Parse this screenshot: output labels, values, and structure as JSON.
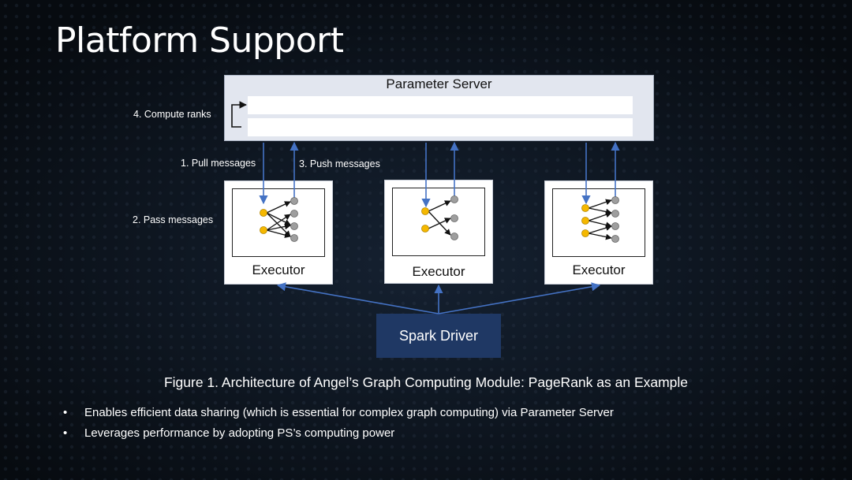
{
  "slide": {
    "title": "Platform Support"
  },
  "diagram": {
    "parameter_server": "Parameter Server",
    "steps": {
      "compute_ranks": "4. Compute ranks",
      "pull_messages": "1. Pull messages",
      "push_messages": "3. Push messages",
      "pass_messages": "2. Pass messages"
    },
    "executors": [
      {
        "label": "Executor"
      },
      {
        "label": "Executor"
      },
      {
        "label": "Executor"
      }
    ],
    "driver": "Spark Driver",
    "colors": {
      "arrow": "#4472c4",
      "source_node": "#f5b800",
      "target_node": "#9e9e9e",
      "driver_fill": "#1f3864",
      "ps_fill": "#e2e6ef"
    }
  },
  "caption": "Figure 1. Architecture of Angel’s Graph Computing Module: PageRank as an Example",
  "bullets": [
    {
      "marker": "•",
      "text": "Enables efficient data sharing (which is essential for complex graph computing) via Parameter Server"
    },
    {
      "marker": "•",
      "text": "Leverages performance by adopting PS’s computing power"
    }
  ]
}
